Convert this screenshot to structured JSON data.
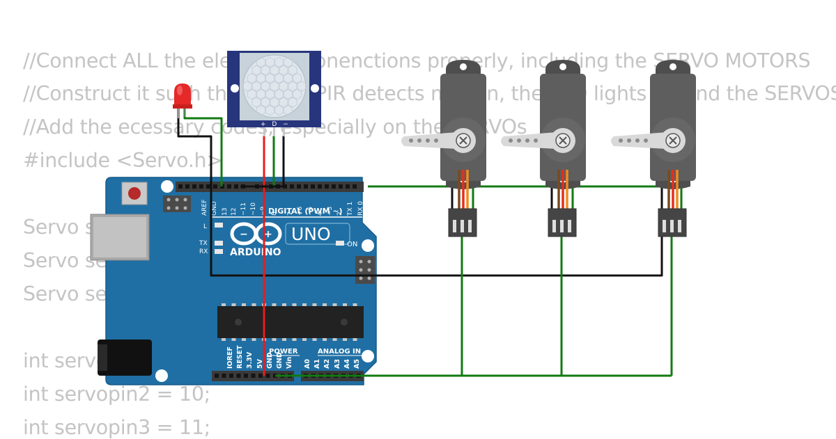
{
  "code": {
    "lines": [
      "//Connect ALL the electronic conenctions properly, including the SERVO MOTORS",
      "//Construct it such that, if the PIR detects motion, the LED lights up and the SERVOS",
      "//Add the ecessary codes, especially on the SERVOs",
      "#include <Servo.h>",
      "",
      "Servo servo1;",
      "Servo servo2;",
      "Servo servo3;",
      "",
      "int servopin1 = 9;",
      "int servopin2 = 10;",
      "int servopin3 = 11;"
    ]
  },
  "board": {
    "logo": "ARDUINO",
    "model": "UNO",
    "on_label": "ON",
    "l_label": "L",
    "tx_label": "TX",
    "rx_label": "RX",
    "digital_label": "DIGITAL (PWM ~)",
    "analog_label": "ANALOG IN",
    "power_label": "POWER",
    "digital_pins": [
      "AREF",
      "GND",
      "13",
      "12",
      "~11",
      "~10",
      "~9",
      "8",
      "7",
      "~6",
      "~5",
      "4",
      "~3",
      "2",
      "TX 1",
      "RX 0"
    ],
    "power_pins": [
      "IOREF",
      "RESET",
      "3.3V",
      "5V",
      "GND",
      "GND",
      "Vin"
    ],
    "analog_pins": [
      "A0",
      "A1",
      "A2",
      "A3",
      "A4",
      "A5"
    ]
  },
  "pir": {
    "pin_labels": "+ D −"
  },
  "colors": {
    "board": "#1f6fa4",
    "wire_signal": "#117a11",
    "wire_power": "#e81c1c",
    "wire_ground": "#111111",
    "servo_body": "#5e5e5e",
    "led": "#e52828",
    "pir_frame": "#27357c"
  }
}
